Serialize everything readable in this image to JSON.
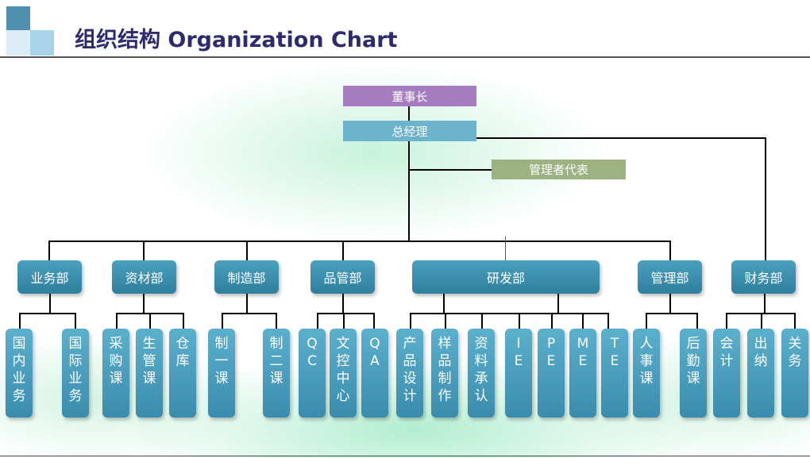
{
  "title": "组织结构 Organization Chart",
  "colors": {
    "chairman": "#a57cc0",
    "gm": "#6cb3cd",
    "rep": "#9cb381",
    "dept": "#3a8cad",
    "title": "#2e2a6e"
  },
  "top": {
    "chairman": "董事长",
    "gm": "总经理",
    "rep": "管理者代表"
  },
  "departments": [
    "业务部",
    "资材部",
    "制造部",
    "品管部",
    "研发部",
    "管理部",
    "财务部"
  ],
  "units": [
    [
      "国",
      "内",
      "业",
      "务"
    ],
    [
      "国",
      "际",
      "业",
      "务"
    ],
    [
      "采",
      "购",
      "课"
    ],
    [
      "生",
      "管",
      "课"
    ],
    [
      "仓",
      "库"
    ],
    [
      "制",
      "一",
      "课"
    ],
    [
      "制",
      "二",
      "课"
    ],
    [
      "Q",
      "C"
    ],
    [
      "文",
      "控",
      "中",
      "心"
    ],
    [
      "Q",
      "A"
    ],
    [
      "产",
      "品",
      "设",
      "计"
    ],
    [
      "样",
      "品",
      "制",
      "作"
    ],
    [
      "资",
      "料",
      "承",
      "认"
    ],
    [
      "I",
      "E"
    ],
    [
      "P",
      "E"
    ],
    [
      "M",
      "E"
    ],
    [
      "T",
      "E"
    ],
    [
      "人",
      "事",
      "课"
    ],
    [
      "后",
      "勤",
      "课"
    ],
    [
      "会",
      "计"
    ],
    [
      "出",
      "纳"
    ],
    [
      "关",
      "务"
    ]
  ]
}
